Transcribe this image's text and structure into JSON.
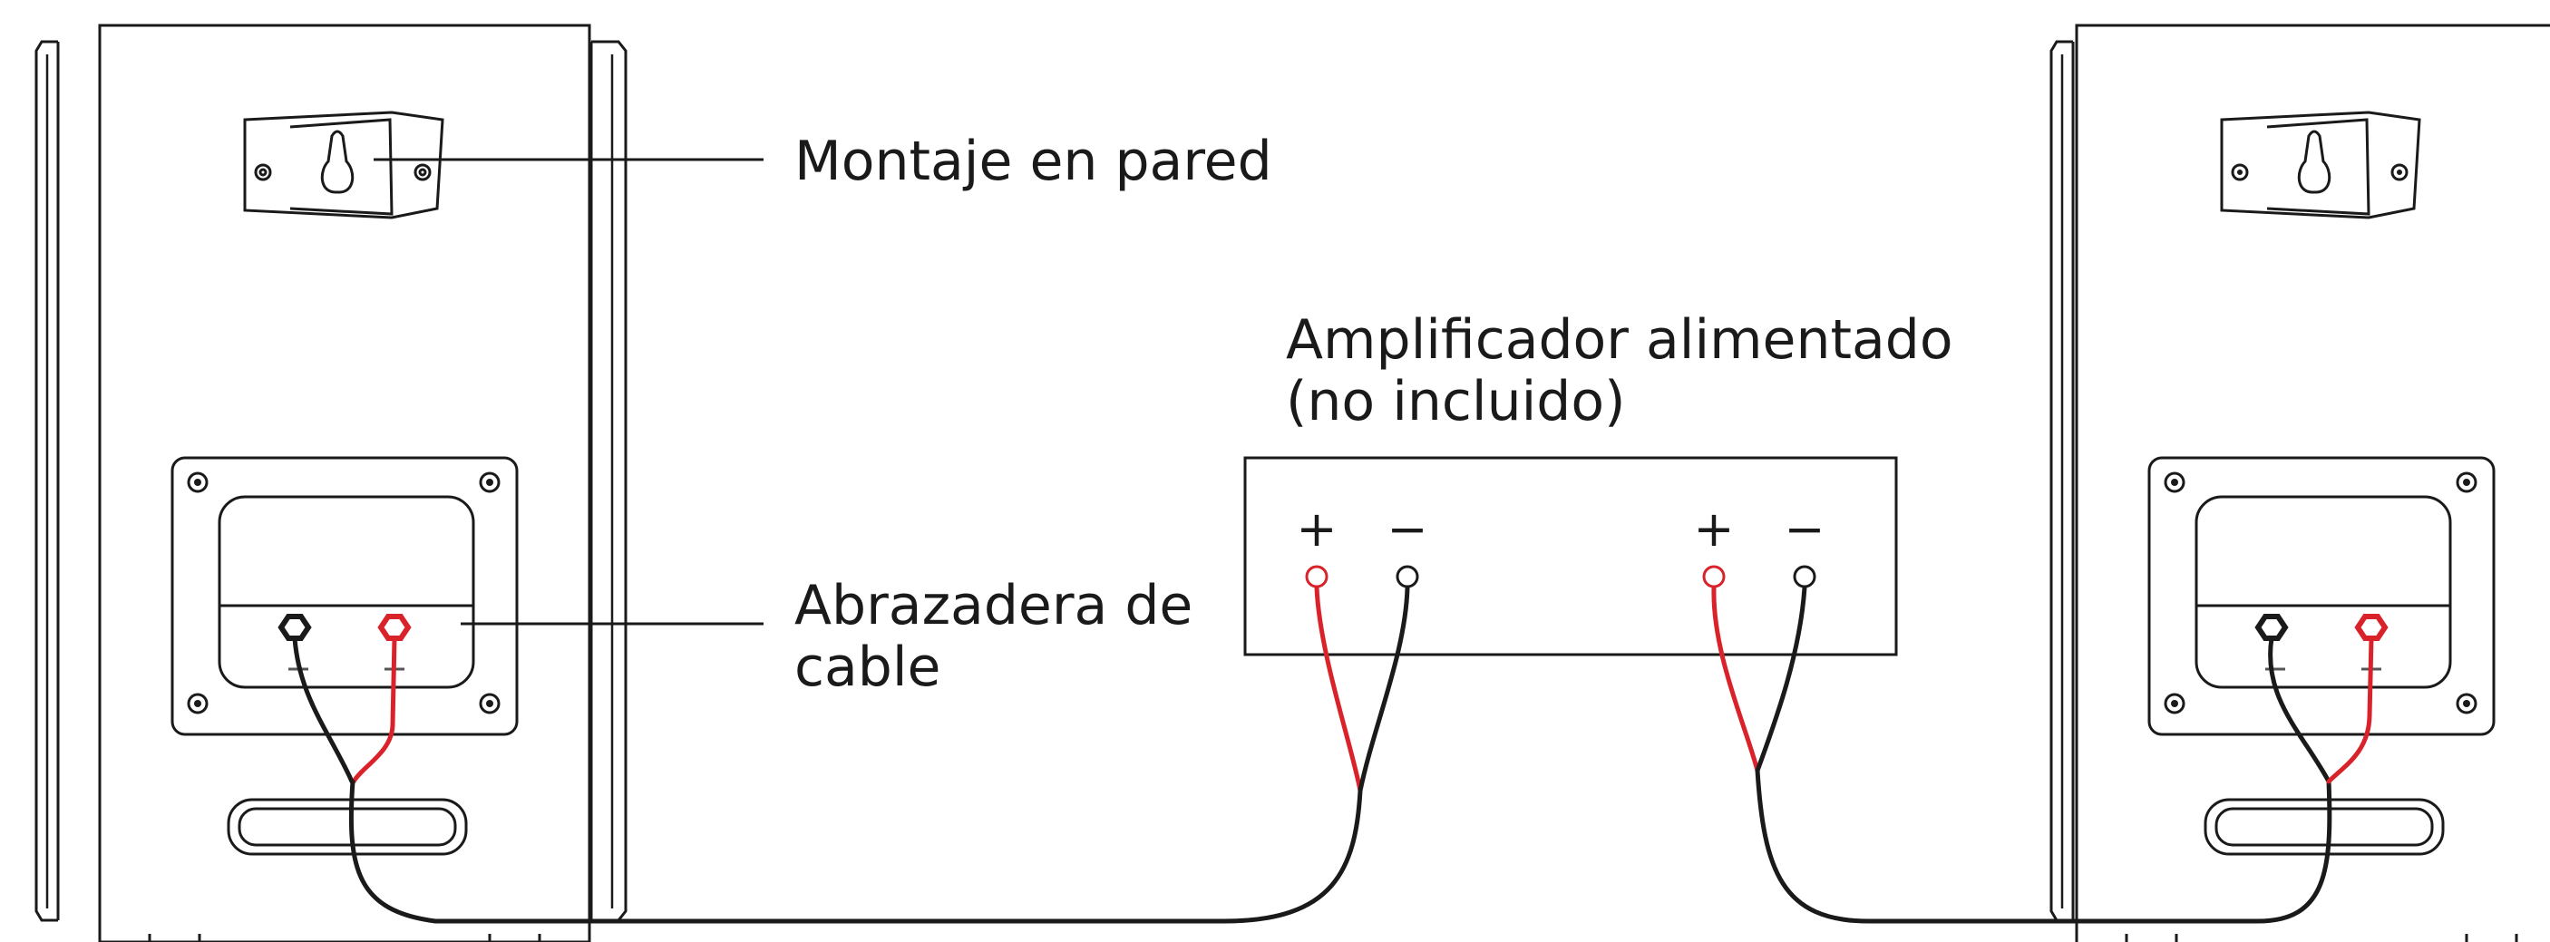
{
  "labels": {
    "wall_mount": "Montaje en pared",
    "cable_clamp_line1": "Abrazadera de",
    "cable_clamp_line2": "cable",
    "amplifier_line1": "Amplificador alimentado",
    "amplifier_line2": "(no incluido)"
  },
  "terminal_signs": {
    "plus": "+",
    "minus": "−"
  },
  "colors": {
    "line": "#1a1a1a",
    "positive_wire": "#d9222a",
    "negative_wire": "#1a1a1a",
    "background": "#ffffff"
  }
}
